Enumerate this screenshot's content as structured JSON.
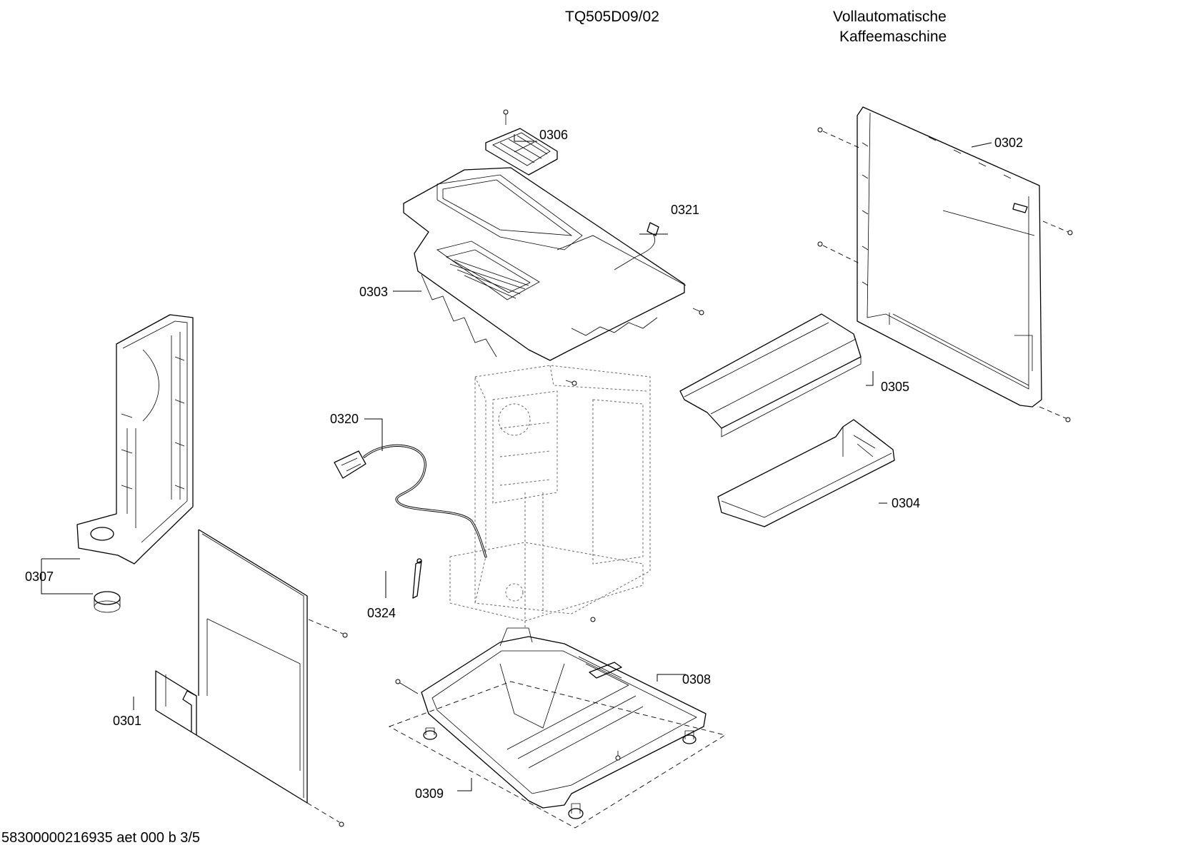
{
  "header": {
    "model": "TQ505D09/02",
    "title_line1": "Vollautomatische",
    "title_line2": "Kaffeemaschine"
  },
  "footer": {
    "doc_ref": "58300000216935 aet 000 b 3/5"
  },
  "parts": {
    "p0301": "0301",
    "p0302": "0302",
    "p0303": "0303",
    "p0304": "0304",
    "p0305": "0305",
    "p0306": "0306",
    "p0307": "0307",
    "p0308": "0308",
    "p0309": "0309",
    "p0320": "0320",
    "p0321": "0321",
    "p0324": "0324"
  }
}
